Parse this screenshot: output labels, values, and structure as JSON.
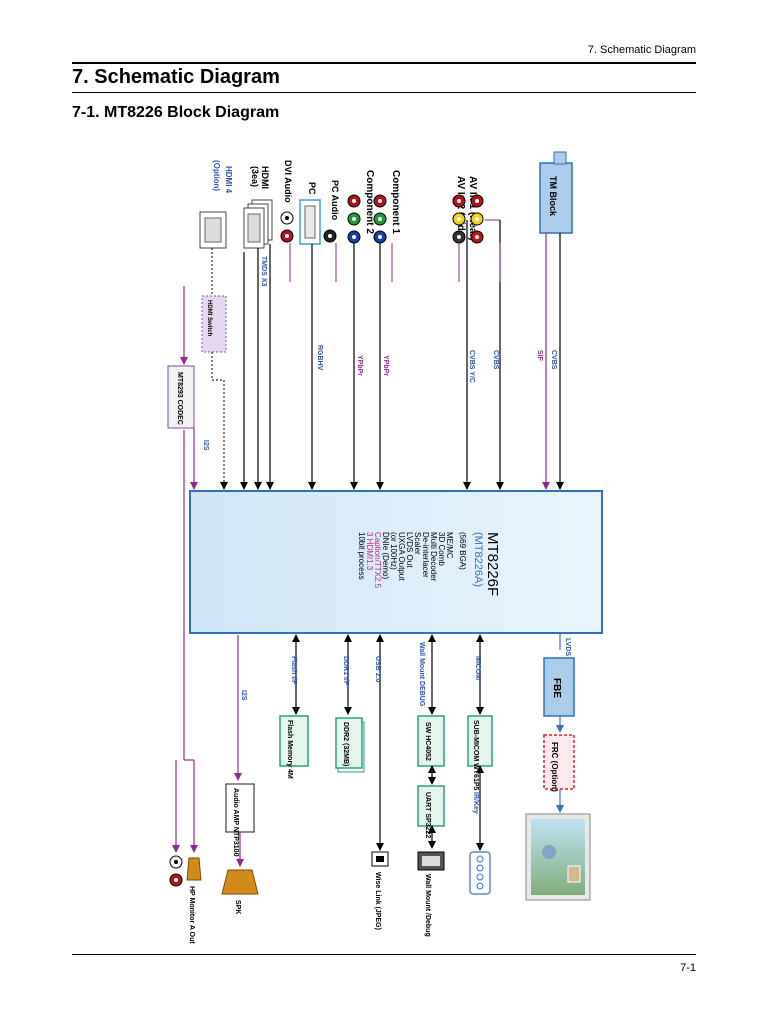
{
  "header": {
    "section": "7. Schematic Diagram"
  },
  "title": "7. Schematic Diagram",
  "subtitle": "7-1. MT8226 Block Diagram",
  "footer": {
    "page": "7-1"
  },
  "diagram": {
    "chip": {
      "name": "MT8226F",
      "sub": "(MT8226A)",
      "package": "(569 BGA)",
      "features": [
        "ME/MC",
        "3D Comb",
        "Multi Decoder",
        "De-interlacer",
        "Scaler",
        "LVDS Out",
        "UXGA Output",
        "(or 100Hz)",
        "DNIe (Demo)",
        "Caption/TTX2.5",
        "3 HDMI1.3",
        "10bit process"
      ]
    },
    "inputs": {
      "tm_block": "TM Block",
      "av1": "AV In 1 (Rear)",
      "av2": "AV In 2 (Side)",
      "component1": "Component 1",
      "component2": "Component 2",
      "pc_audio": "PC Audio",
      "pc": "PC",
      "dvi_audio": "DVI Audio",
      "hdmi": "HDMI",
      "hdmi_count": "(3ea)",
      "hdmi4": "HDMI 4",
      "hdmi4_option": "(Option)"
    },
    "signals": {
      "cvbs_tm": "CVBS",
      "sif": "SIF",
      "cvbs_av1": "CVBS",
      "cvbs_yc": "CVBS Y/C",
      "ypbpr1": "YPbPr",
      "ypbpr2": "YPbPr",
      "rgbhv": "RGBHV",
      "tmds": "TMDS X3",
      "i2s_in": "I2S",
      "i2s_out": "I2S",
      "lvds": "LVDS",
      "micom_bus": "MICOM",
      "debug_bus": "Wall Mount DEBUG",
      "usb_bus": "USB 2.0",
      "ddr_bus": "DDR1 I/F",
      "flash_bus": "Flash I/F",
      "irkey": "IR/Key"
    },
    "blocks": {
      "hdmi_switch": "HDMI Switch",
      "codec": "MT8293 CODEC",
      "fbe": "FBE",
      "frc": "FRC (Option)",
      "micom": "SUB-MICOM WT61P5",
      "hc4052": "SW HC4052",
      "uart": "UART SP3222",
      "ddr2": "DDR2 (32MB)",
      "flash": "Flash Memory 4M",
      "audio_amp": "Audio AMP NTP3100"
    },
    "outputs": {
      "hp_monitor": "HP Monitor A Out",
      "spk": "SPK",
      "wise_link": "Wise Link (JPEG)",
      "wall_mount": "Wall Mount /Debug"
    }
  }
}
